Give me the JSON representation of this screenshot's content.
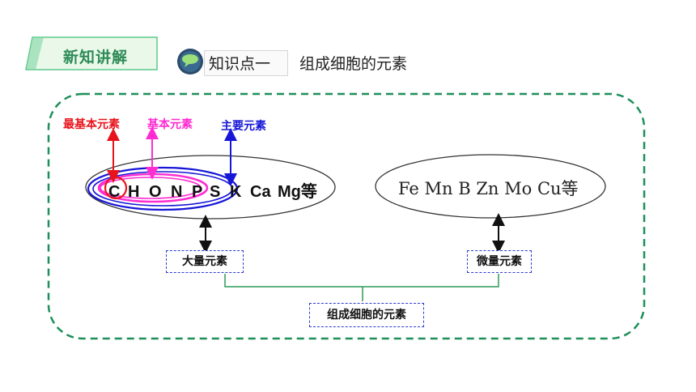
{
  "header": {
    "tag_label": "新知讲解",
    "knowledge_point_label": "知识点一",
    "knowledge_point_title": "组成细胞的元素"
  },
  "diagram": {
    "labels": {
      "most_basic": "最基本元素",
      "basic": "基本元素",
      "main": "主要元素"
    },
    "major_elements": [
      "C",
      "H",
      "O",
      "N",
      "P",
      "S",
      "K",
      "Ca",
      "Mg等"
    ],
    "trace_elements": "Fe Mn B Zn Mo Cu等",
    "major_box": "大量元素",
    "trace_box": "微量元素",
    "total_box": "组成细胞的元素",
    "colors": {
      "most_basic": "#e8141c",
      "basic": "#ff2cd2",
      "main": "#1616d8",
      "frame": "#1f8f5a",
      "tag_green": "#2e8b57"
    }
  }
}
